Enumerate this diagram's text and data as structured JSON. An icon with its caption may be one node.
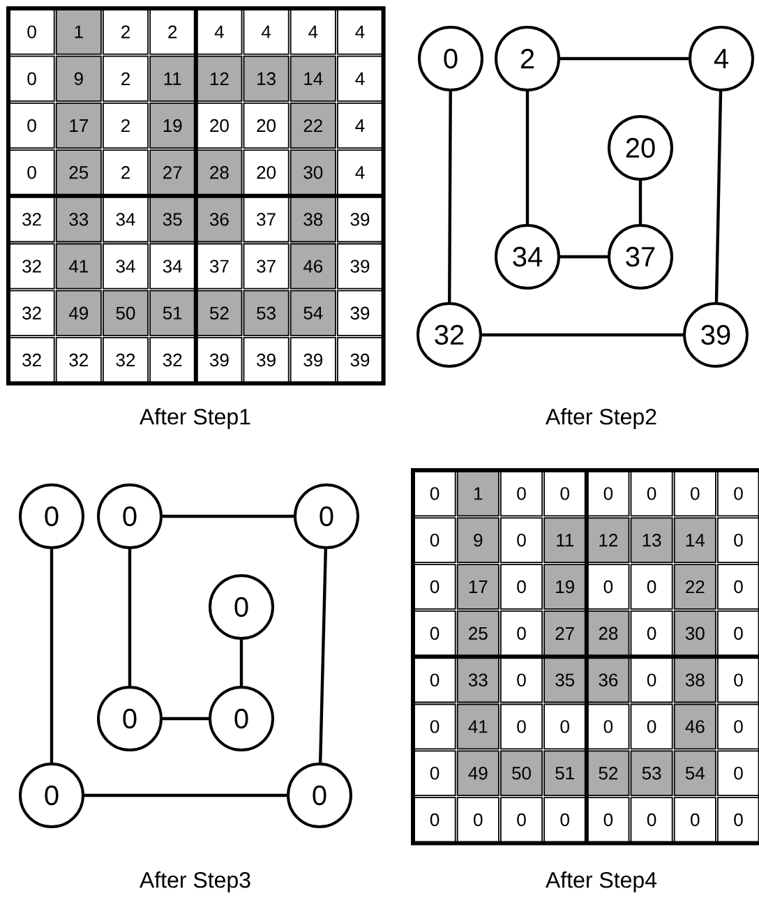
{
  "diagram": {
    "nodes": [
      {
        "text": [
          "0"
        ]
      },
      {
        "text": [
          "2"
        ]
      },
      {
        "text": [
          "4"
        ]
      },
      {
        "text": [
          "20"
        ]
      },
      {
        "text": [
          "34"
        ]
      },
      {
        "text": [
          "37"
        ]
      },
      {
        "text": [
          "32"
        ]
      },
      {
        "text": [
          "39"
        ]
      },
      {
        "text": [
          "0"
        ]
      },
      {
        "text": [
          "0"
        ]
      },
      {
        "text": [
          "0"
        ]
      },
      {
        "text": [
          "0"
        ]
      },
      {
        "text": [
          "0"
        ]
      },
      {
        "text": [
          "0"
        ]
      },
      {
        "text": [
          "0"
        ]
      },
      {
        "text": [
          "0"
        ]
      }
    ],
    "edges": [
      {
        "from": 0,
        "to": 6,
        "arrow": "none"
      },
      {
        "from": 1,
        "to": 2,
        "arrow": "none"
      },
      {
        "from": 1,
        "to": 4,
        "arrow": "none"
      },
      {
        "from": 2,
        "to": 7,
        "arrow": "none"
      },
      {
        "from": 3,
        "to": 5,
        "arrow": "none"
      },
      {
        "from": 4,
        "to": 5,
        "arrow": "none"
      },
      {
        "from": 6,
        "to": 7,
        "arrow": "none"
      },
      {
        "from": 8,
        "to": 14,
        "arrow": "none"
      },
      {
        "from": 9,
        "to": 10,
        "arrow": "none"
      },
      {
        "from": 9,
        "to": 12,
        "arrow": "none"
      },
      {
        "from": 10,
        "to": 15,
        "arrow": "none"
      },
      {
        "from": 11,
        "to": 13,
        "arrow": "none"
      },
      {
        "from": 12,
        "to": 13,
        "arrow": "none"
      },
      {
        "from": 14,
        "to": 15,
        "arrow": "none"
      }
    ],
    "labels": [
      "0",
      "1",
      "2",
      "2",
      "4",
      "4",
      "4",
      "4",
      "0",
      "9",
      "2",
      "11",
      "12",
      "13",
      "14",
      "4",
      "0",
      "17",
      "2",
      "19",
      "20",
      "20",
      "22",
      "4",
      "0",
      "25",
      "2",
      "27",
      "28",
      "20",
      "30",
      "4",
      "32",
      "33",
      "34",
      "35",
      "36",
      "37",
      "38",
      "39",
      "32",
      "41",
      "34",
      "34",
      "37",
      "37",
      "46",
      "39",
      "32",
      "49",
      "50",
      "51",
      "52",
      "53",
      "54",
      "39",
      "32",
      "32",
      "32",
      "32",
      "39",
      "39",
      "39",
      "39",
      "After Step1",
      "After Step2",
      "0",
      "1",
      "0",
      "0",
      "0",
      "0",
      "0",
      "0",
      "0",
      "9",
      "0",
      "11",
      "12",
      "13",
      "14",
      "0",
      "0",
      "17",
      "0",
      "19",
      "0",
      "0",
      "22",
      "0",
      "0",
      "25",
      "0",
      "27",
      "28",
      "0",
      "30",
      "0",
      "0",
      "33",
      "0",
      "35",
      "36",
      "0",
      "38",
      "0",
      "0",
      "41",
      "0",
      "0",
      "0",
      "0",
      "46",
      "0",
      "0",
      "49",
      "50",
      "51",
      "52",
      "53",
      "54",
      "0",
      "0",
      "0",
      "0",
      "0",
      "0",
      "0",
      "0",
      "0",
      "After Step3",
      "After Step4"
    ]
  }
}
